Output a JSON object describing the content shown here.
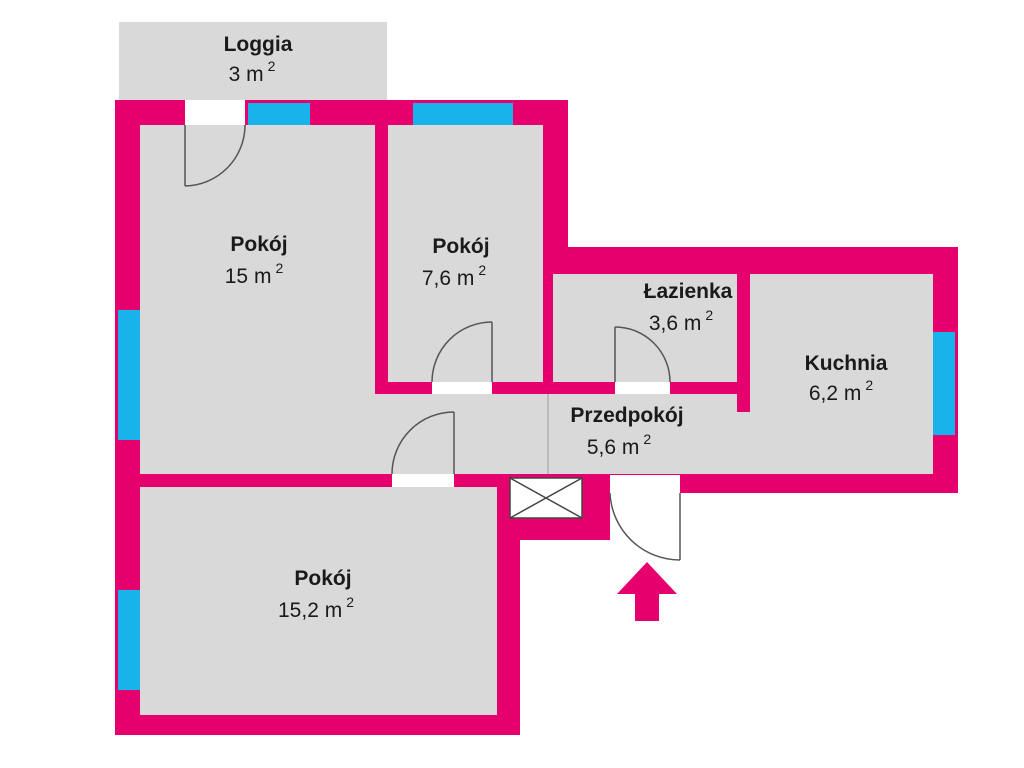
{
  "colors": {
    "wall": "#e5006d",
    "floor": "#d9d9d9",
    "window": "#19b3ec",
    "door_opening": "#ffffff",
    "door_line": "#555555",
    "arrow": "#e5006d"
  },
  "area_unit": "m",
  "area_exponent": "2",
  "rooms": {
    "loggia": {
      "name": "Loggia",
      "area": "3 m"
    },
    "pokoj_a": {
      "name": "Pokój",
      "area": "15 m"
    },
    "pokoj_b": {
      "name": "Pokój",
      "area": "7,6 m"
    },
    "lazienka": {
      "name": "Łazienka",
      "area": "3,6 m"
    },
    "kuchnia": {
      "name": "Kuchnia",
      "area": "6,2 m"
    },
    "przedpokoj": {
      "name": "Przedpokój",
      "area": "5,6 m"
    },
    "pokoj_c": {
      "name": "Pokój",
      "area": "15,2 m"
    }
  },
  "icons": {
    "entrance": "entrance-arrow-icon",
    "shaft": "ventilation-shaft-icon"
  }
}
